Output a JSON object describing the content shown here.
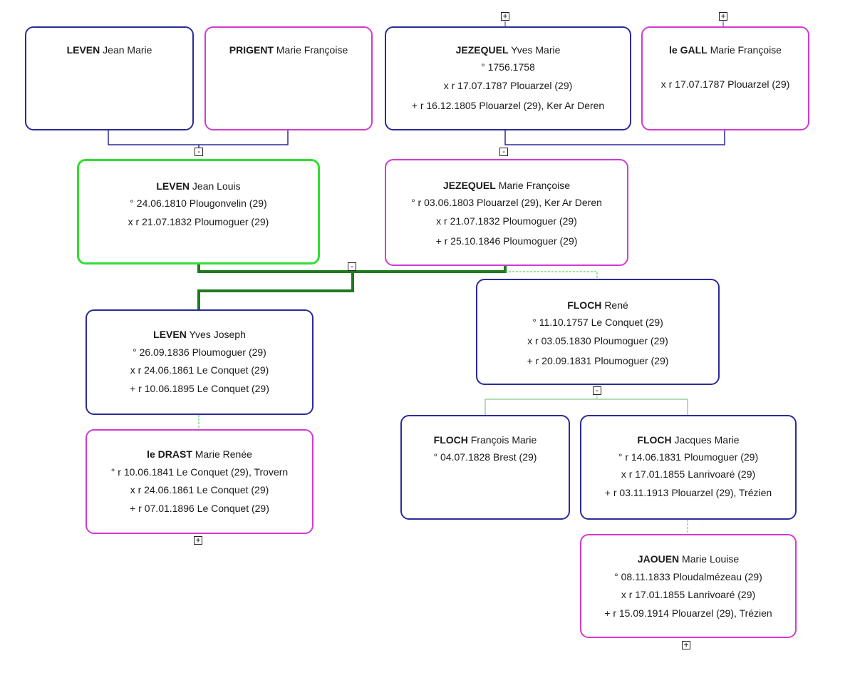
{
  "colors": {
    "male_border": "#2b2b9a",
    "female_border": "#d23ad2",
    "root_border": "#33dd33",
    "connector": "#2b2b9a",
    "ancestry_line": "#1e7a1e",
    "dashed_link": "#33cc33",
    "child_link": "#9acf9a"
  },
  "persons": [
    {
      "id": "p1",
      "surname": "LEVEN",
      "given": "Jean Marie",
      "lines": []
    },
    {
      "id": "p2",
      "surname": "PRIGENT",
      "given": "Marie Françoise",
      "lines": []
    },
    {
      "id": "p3",
      "surname": "JEZEQUEL",
      "given": "Yves Marie",
      "lines": [
        "° 1756.1758",
        "x r 17.07.1787 Plouarzel (29)",
        "+ r 16.12.1805 Plouarzel (29), Ker Ar Deren"
      ]
    },
    {
      "id": "p4",
      "surname": "le GALL",
      "given": "Marie Françoise",
      "lines": [
        "",
        "x r 17.07.1787 Plouarzel (29)"
      ]
    },
    {
      "id": "p5",
      "surname": "LEVEN",
      "given": "Jean Louis",
      "lines": [
        "° 24.06.1810 Plougonvelin (29)",
        "x r 21.07.1832 Ploumoguer (29)"
      ]
    },
    {
      "id": "p6",
      "surname": "JEZEQUEL",
      "given": "Marie Françoise",
      "lines": [
        "° r 03.06.1803 Plouarzel (29), Ker Ar Deren",
        "x r 21.07.1832 Ploumoguer (29)",
        "+ r 25.10.1846 Ploumoguer (29)"
      ]
    },
    {
      "id": "p7",
      "surname": "FLOCH",
      "given": "René",
      "lines": [
        "° 11.10.1757 Le Conquet (29)",
        "x r 03.05.1830 Ploumoguer (29)",
        "+ r 20.09.1831 Ploumoguer (29)"
      ]
    },
    {
      "id": "p8",
      "surname": "LEVEN",
      "given": "Yves Joseph",
      "lines": [
        "° 26.09.1836 Ploumoguer (29)",
        "x r 24.06.1861 Le Conquet (29)",
        "+ r 10.06.1895 Le Conquet (29)"
      ]
    },
    {
      "id": "p9",
      "surname": "le DRAST",
      "given": "Marie Renée",
      "lines": [
        "° r 10.06.1841 Le Conquet (29), Trovern",
        "x r 24.06.1861 Le Conquet (29)",
        "+ r 07.01.1896 Le Conquet (29)"
      ]
    },
    {
      "id": "p10",
      "surname": "FLOCH",
      "given": "François Marie",
      "lines": [
        "° 04.07.1828 Brest (29)"
      ]
    },
    {
      "id": "p11",
      "surname": "FLOCH",
      "given": "Jacques Marie",
      "lines": [
        "° r 14.06.1831 Ploumoguer (29)",
        "x r 17.01.1855 Lanrivoaré (29)",
        "+ r 03.11.1913 Plouarzel (29), Trézien"
      ]
    },
    {
      "id": "p12",
      "surname": "JAOUEN",
      "given": "Marie Louise",
      "lines": [
        "° 08.11.1833 Ploudalmézeau (29)",
        "x r 17.01.1855 Lanrivoaré (29)",
        "+ r 15.09.1914 Plouarzel (29), Trézien"
      ]
    }
  ],
  "toggles": [
    {
      "id": "t1",
      "symbol": "+"
    },
    {
      "id": "t2",
      "symbol": "+"
    },
    {
      "id": "t3",
      "symbol": "-"
    },
    {
      "id": "t4",
      "symbol": "-"
    },
    {
      "id": "t5",
      "symbol": "-"
    },
    {
      "id": "t6",
      "symbol": "-"
    },
    {
      "id": "t7",
      "symbol": "+"
    },
    {
      "id": "t8",
      "symbol": "+"
    }
  ]
}
